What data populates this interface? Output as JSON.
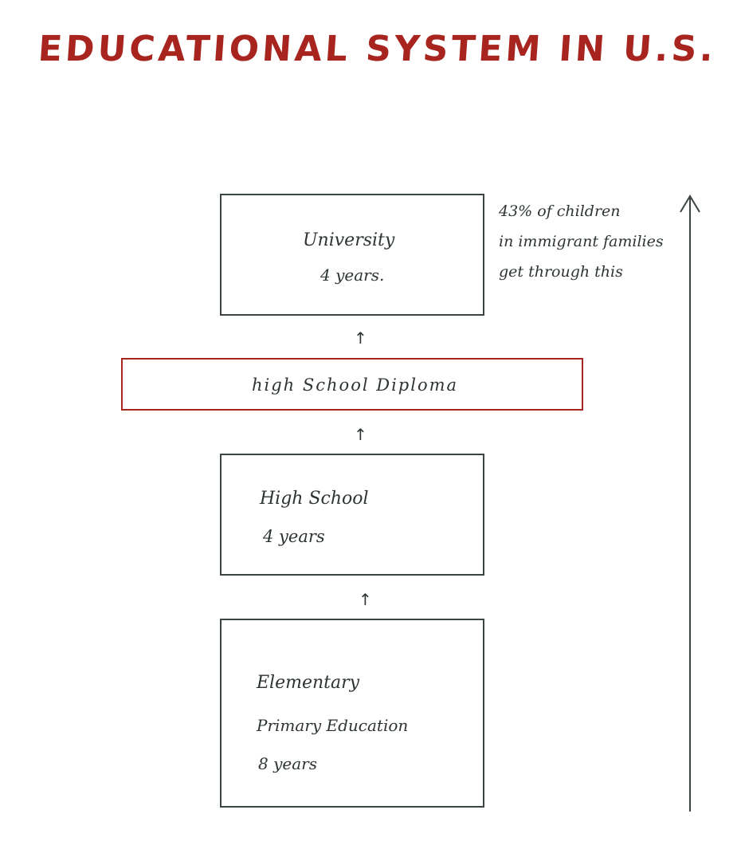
{
  "title": "EDUCATIONAL SYSTEM IN U.S.",
  "colors": {
    "accent": "#a8241f",
    "ink": "#3c4444",
    "background": "#ffffff"
  },
  "university": {
    "line1": "University",
    "line2": "4 years."
  },
  "diploma": {
    "label": "high School Diploma"
  },
  "high_school": {
    "line1": "High School",
    "line2": "4 years"
  },
  "elementary": {
    "line1": "Elementary",
    "line2": "Primary Education",
    "line3": "8 years"
  },
  "note": {
    "line1": "43% of children",
    "line2": "in immigrant families",
    "line3": "get through this"
  },
  "icons": {
    "flow_arrow": "arrow-up-icon",
    "side_arrow": "long-arrow-up-icon"
  }
}
